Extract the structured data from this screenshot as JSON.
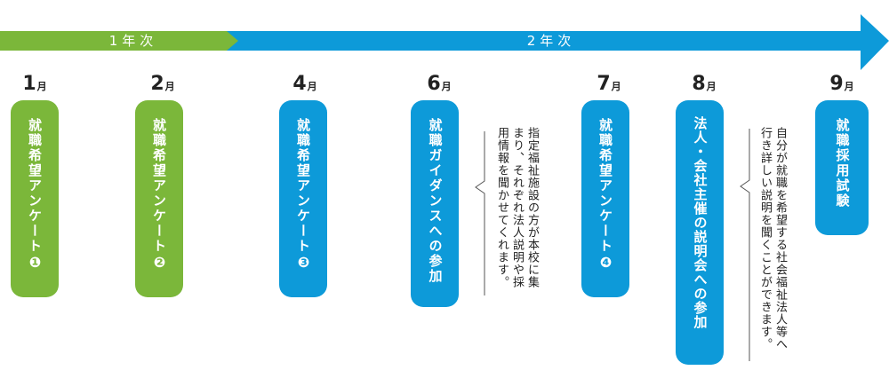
{
  "year_labels": {
    "y1": "1年次",
    "y2": "2年次"
  },
  "months": [
    {
      "num": "1",
      "unit": "月"
    },
    {
      "num": "2",
      "unit": "月"
    },
    {
      "num": "4",
      "unit": "月"
    },
    {
      "num": "6",
      "unit": "月"
    },
    {
      "num": "7",
      "unit": "月"
    },
    {
      "num": "8",
      "unit": "月"
    },
    {
      "num": "9",
      "unit": "月"
    }
  ],
  "steps": [
    {
      "label": "就職希望アンケート",
      "badge": "❶"
    },
    {
      "label": "就職希望アンケート",
      "badge": "❷"
    },
    {
      "label": "就職希望アンケート",
      "badge": "❸"
    },
    {
      "label": "就職ガイダンスへの参加"
    },
    {
      "label": "就職希望アンケート",
      "badge": "❹"
    },
    {
      "label": "法人・会社主催の説明会への参加"
    },
    {
      "label": "就職採用試験"
    }
  ],
  "notes": {
    "guidance": "指定福祉施設の方が本校に集まり、それぞれ法人説明や採用情報を聞かせてくれます。",
    "seminar": "自分が就職を希望する社会福祉法人等へ行き詳しい説明を聞くことができます。"
  },
  "colors": {
    "green": "#7bb73a",
    "blue": "#0d9ad9",
    "text": "#222222",
    "bracket": "#555555"
  }
}
